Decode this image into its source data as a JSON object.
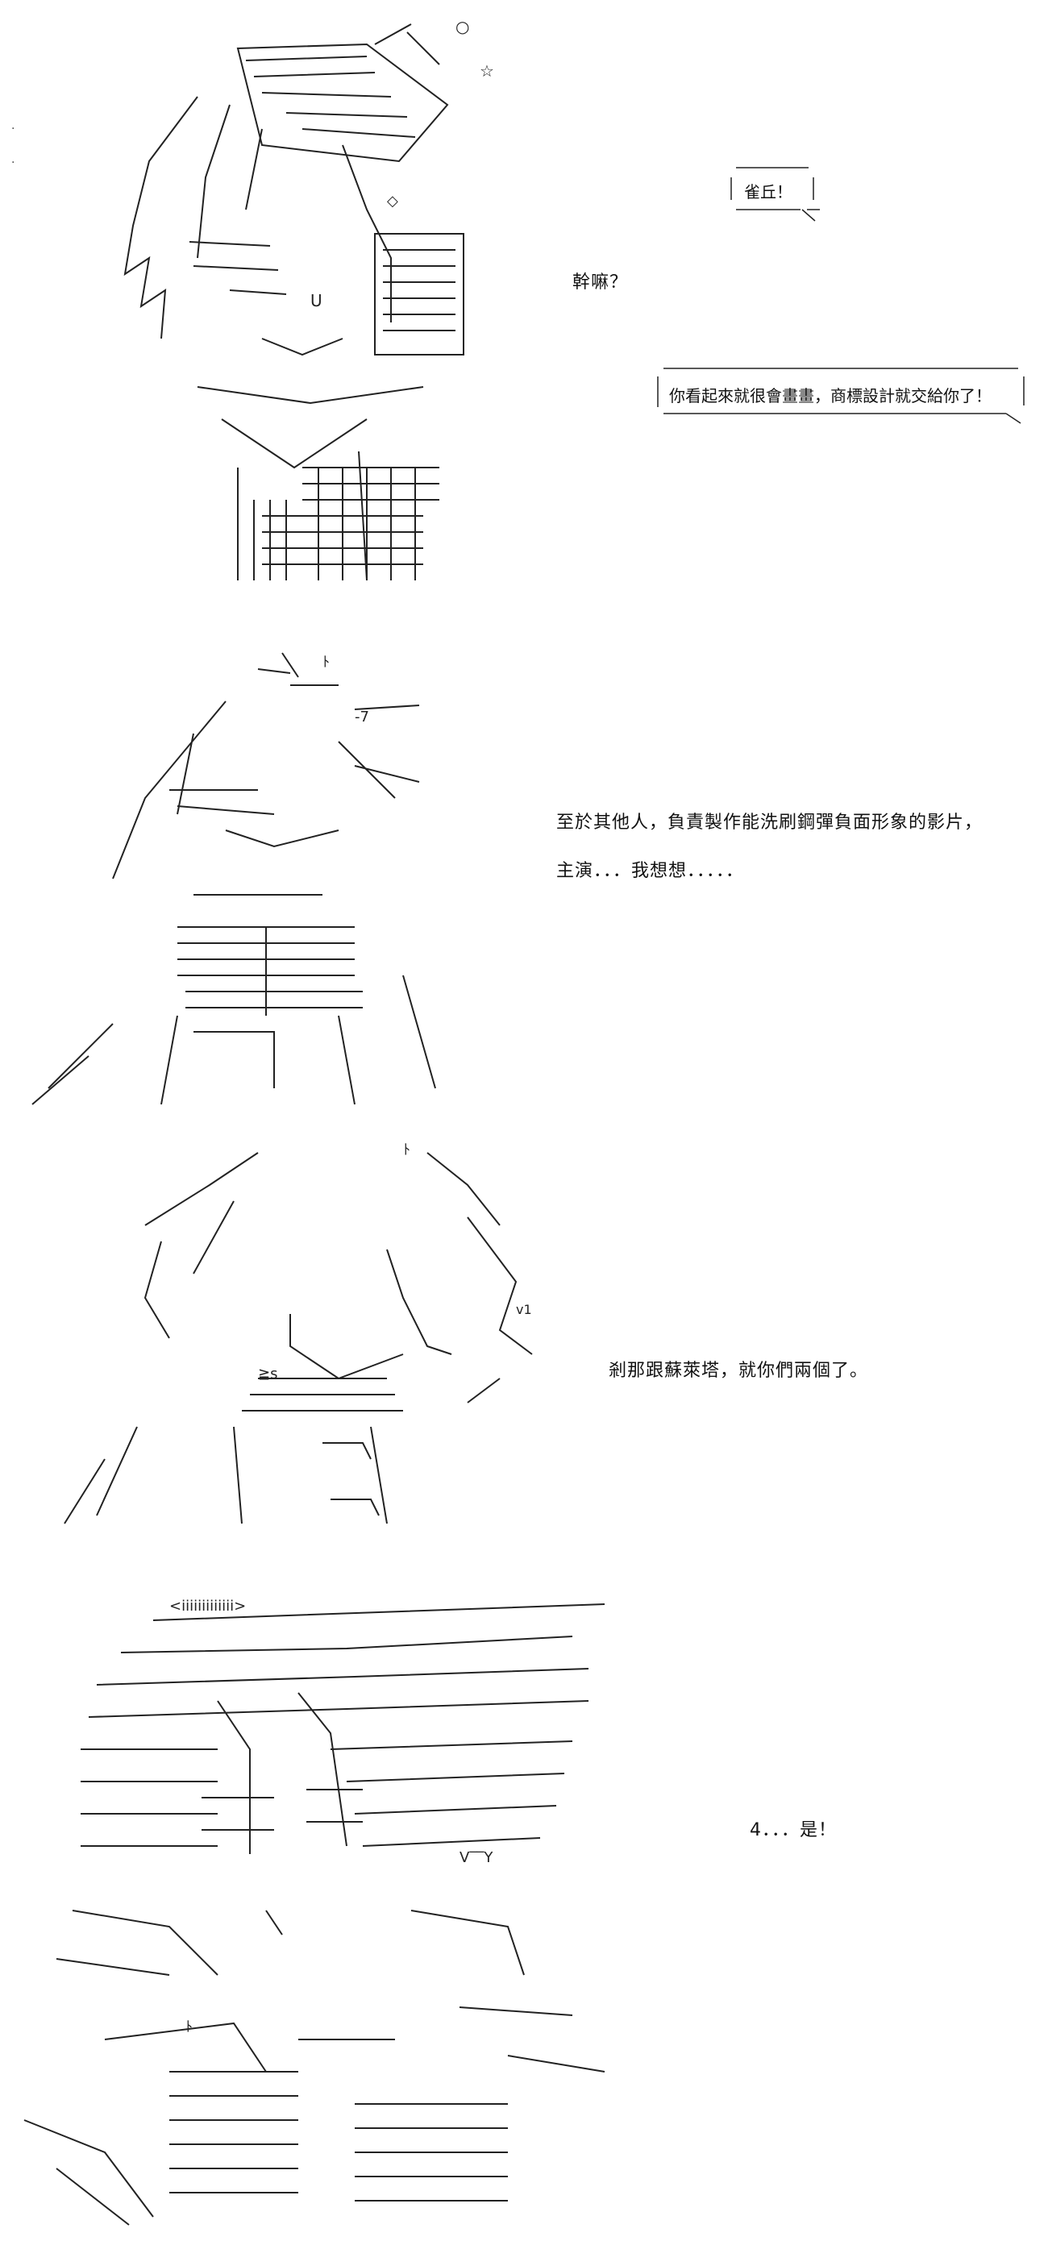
{
  "panel1": {
    "bubble_name": "雀丘！",
    "line_what": "幹嘛？",
    "bubble_logo": "你看起來就很會畫畫，商標設計就交給你了！"
  },
  "panel2": {
    "line1": "至於其他人，負責製作能洗刷鋼彈負面形象的影片，",
    "line2": "主演．．．我想想．．．．．"
  },
  "panel3": {
    "line": "剎那跟蘇萊塔，就你們兩個了。"
  },
  "panel4": {
    "line": "4．．．是！"
  }
}
